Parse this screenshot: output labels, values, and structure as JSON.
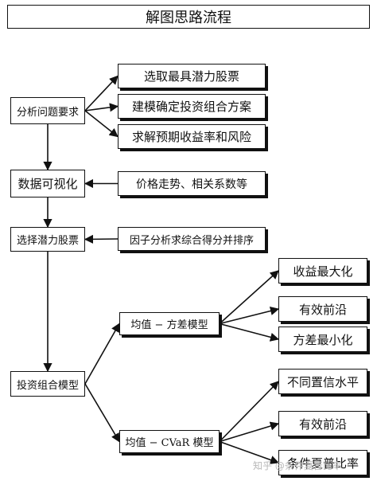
{
  "title": "解图思路流程",
  "nodes": {
    "analyze": "分析问题要求",
    "pick_stocks": "选取最具潜力股票",
    "build_model": "建模确定投资组合方案",
    "solve_expect": "求解预期收益率和风险",
    "visualize": "数据可视化",
    "price_trend": "价格走势、相关系数等",
    "select": "选择潜力股票",
    "factor": "因子分析求综合得分并排序",
    "portfolio": "投资组合模型",
    "mv": "均值 − 方差模型",
    "cvar": "均值 − CVaR 模型",
    "max_return": "收益最大化",
    "frontier1": "有效前沿",
    "min_var": "方差最小化",
    "conf": "不同置信水平",
    "frontier2": "有效前沿",
    "sharpe": "条件夏普比率"
  },
  "edges": [
    [
      "analyze",
      "pick_stocks"
    ],
    [
      "analyze",
      "build_model"
    ],
    [
      "analyze",
      "solve_expect"
    ],
    [
      "analyze",
      "visualize"
    ],
    [
      "price_trend",
      "visualize"
    ],
    [
      "visualize",
      "select"
    ],
    [
      "factor",
      "select"
    ],
    [
      "select",
      "portfolio"
    ],
    [
      "portfolio",
      "mv"
    ],
    [
      "portfolio",
      "cvar"
    ],
    [
      "mv",
      "max_return"
    ],
    [
      "mv",
      "frontier1"
    ],
    [
      "mv",
      "min_var"
    ],
    [
      "cvar",
      "conf"
    ],
    [
      "cvar",
      "frontier2"
    ],
    [
      "cvar",
      "sharpe"
    ]
  ],
  "watermark": "知乎 @条件夏普比率"
}
